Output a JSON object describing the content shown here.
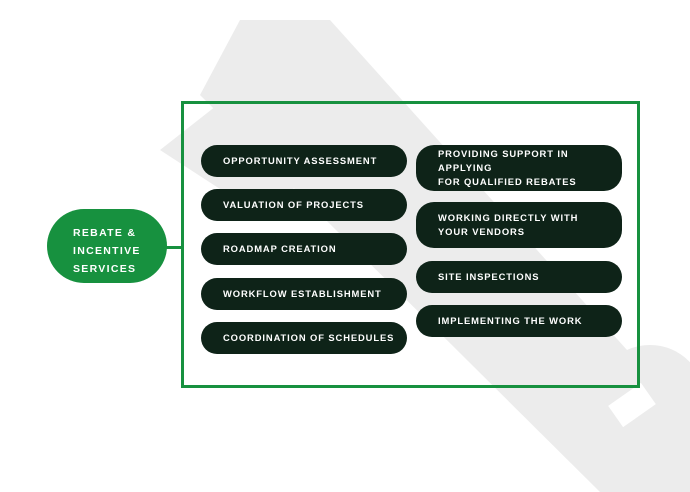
{
  "hub": {
    "label": "REBATE &\nINCENTIVE\nSERVICES"
  },
  "left_items": [
    {
      "label": "OPPORTUNITY ASSESSMENT"
    },
    {
      "label": "VALUATION OF PROJECTS"
    },
    {
      "label": "ROADMAP CREATION"
    },
    {
      "label": "WORKFLOW ESTABLISHMENT"
    },
    {
      "label": "COORDINATION OF SCHEDULES"
    }
  ],
  "right_items": [
    {
      "label": "PROVIDING SUPPORT IN APPLYING\nFOR QUALIFIED REBATES"
    },
    {
      "label": "WORKING DIRECTLY WITH\nYOUR VENDORS"
    },
    {
      "label": "SITE INSPECTIONS"
    },
    {
      "label": "IMPLEMENTING THE WORK"
    }
  ],
  "colors": {
    "accent_green": "#17913f",
    "pill_dark": "#0e2318",
    "watermark_gray": "#e9e9e9",
    "background": "#ffffff"
  },
  "icons": {
    "background": "wrench-icon"
  }
}
